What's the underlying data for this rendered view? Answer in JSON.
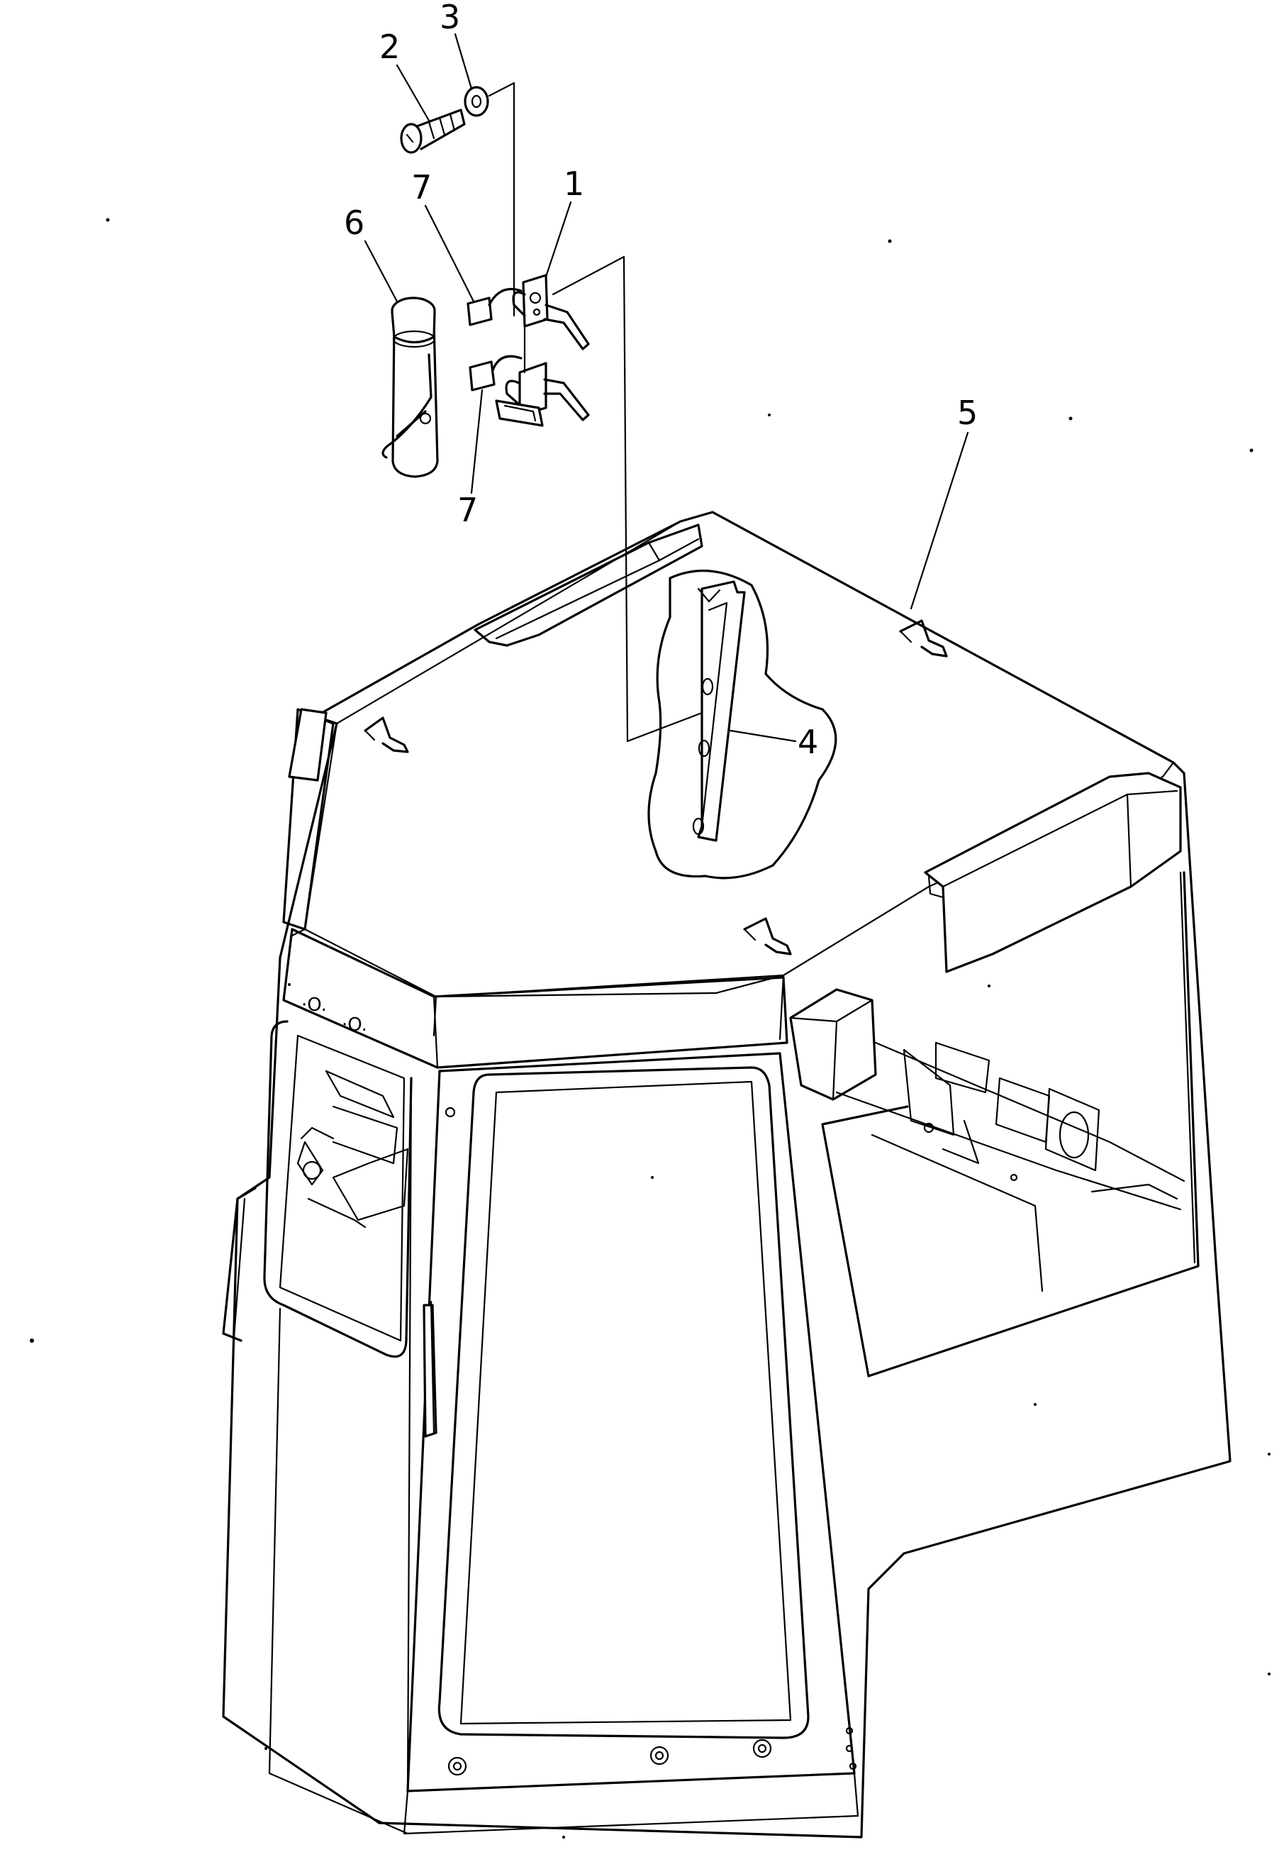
{
  "diagram": {
    "callouts": {
      "c1": "1",
      "c2": "2",
      "c3": "3",
      "c4": "4",
      "c5": "5",
      "c6": "6",
      "c7a": "7",
      "c7b": "7"
    },
    "panel_marks": {
      "left": "·O.",
      "right": "·O."
    }
  }
}
